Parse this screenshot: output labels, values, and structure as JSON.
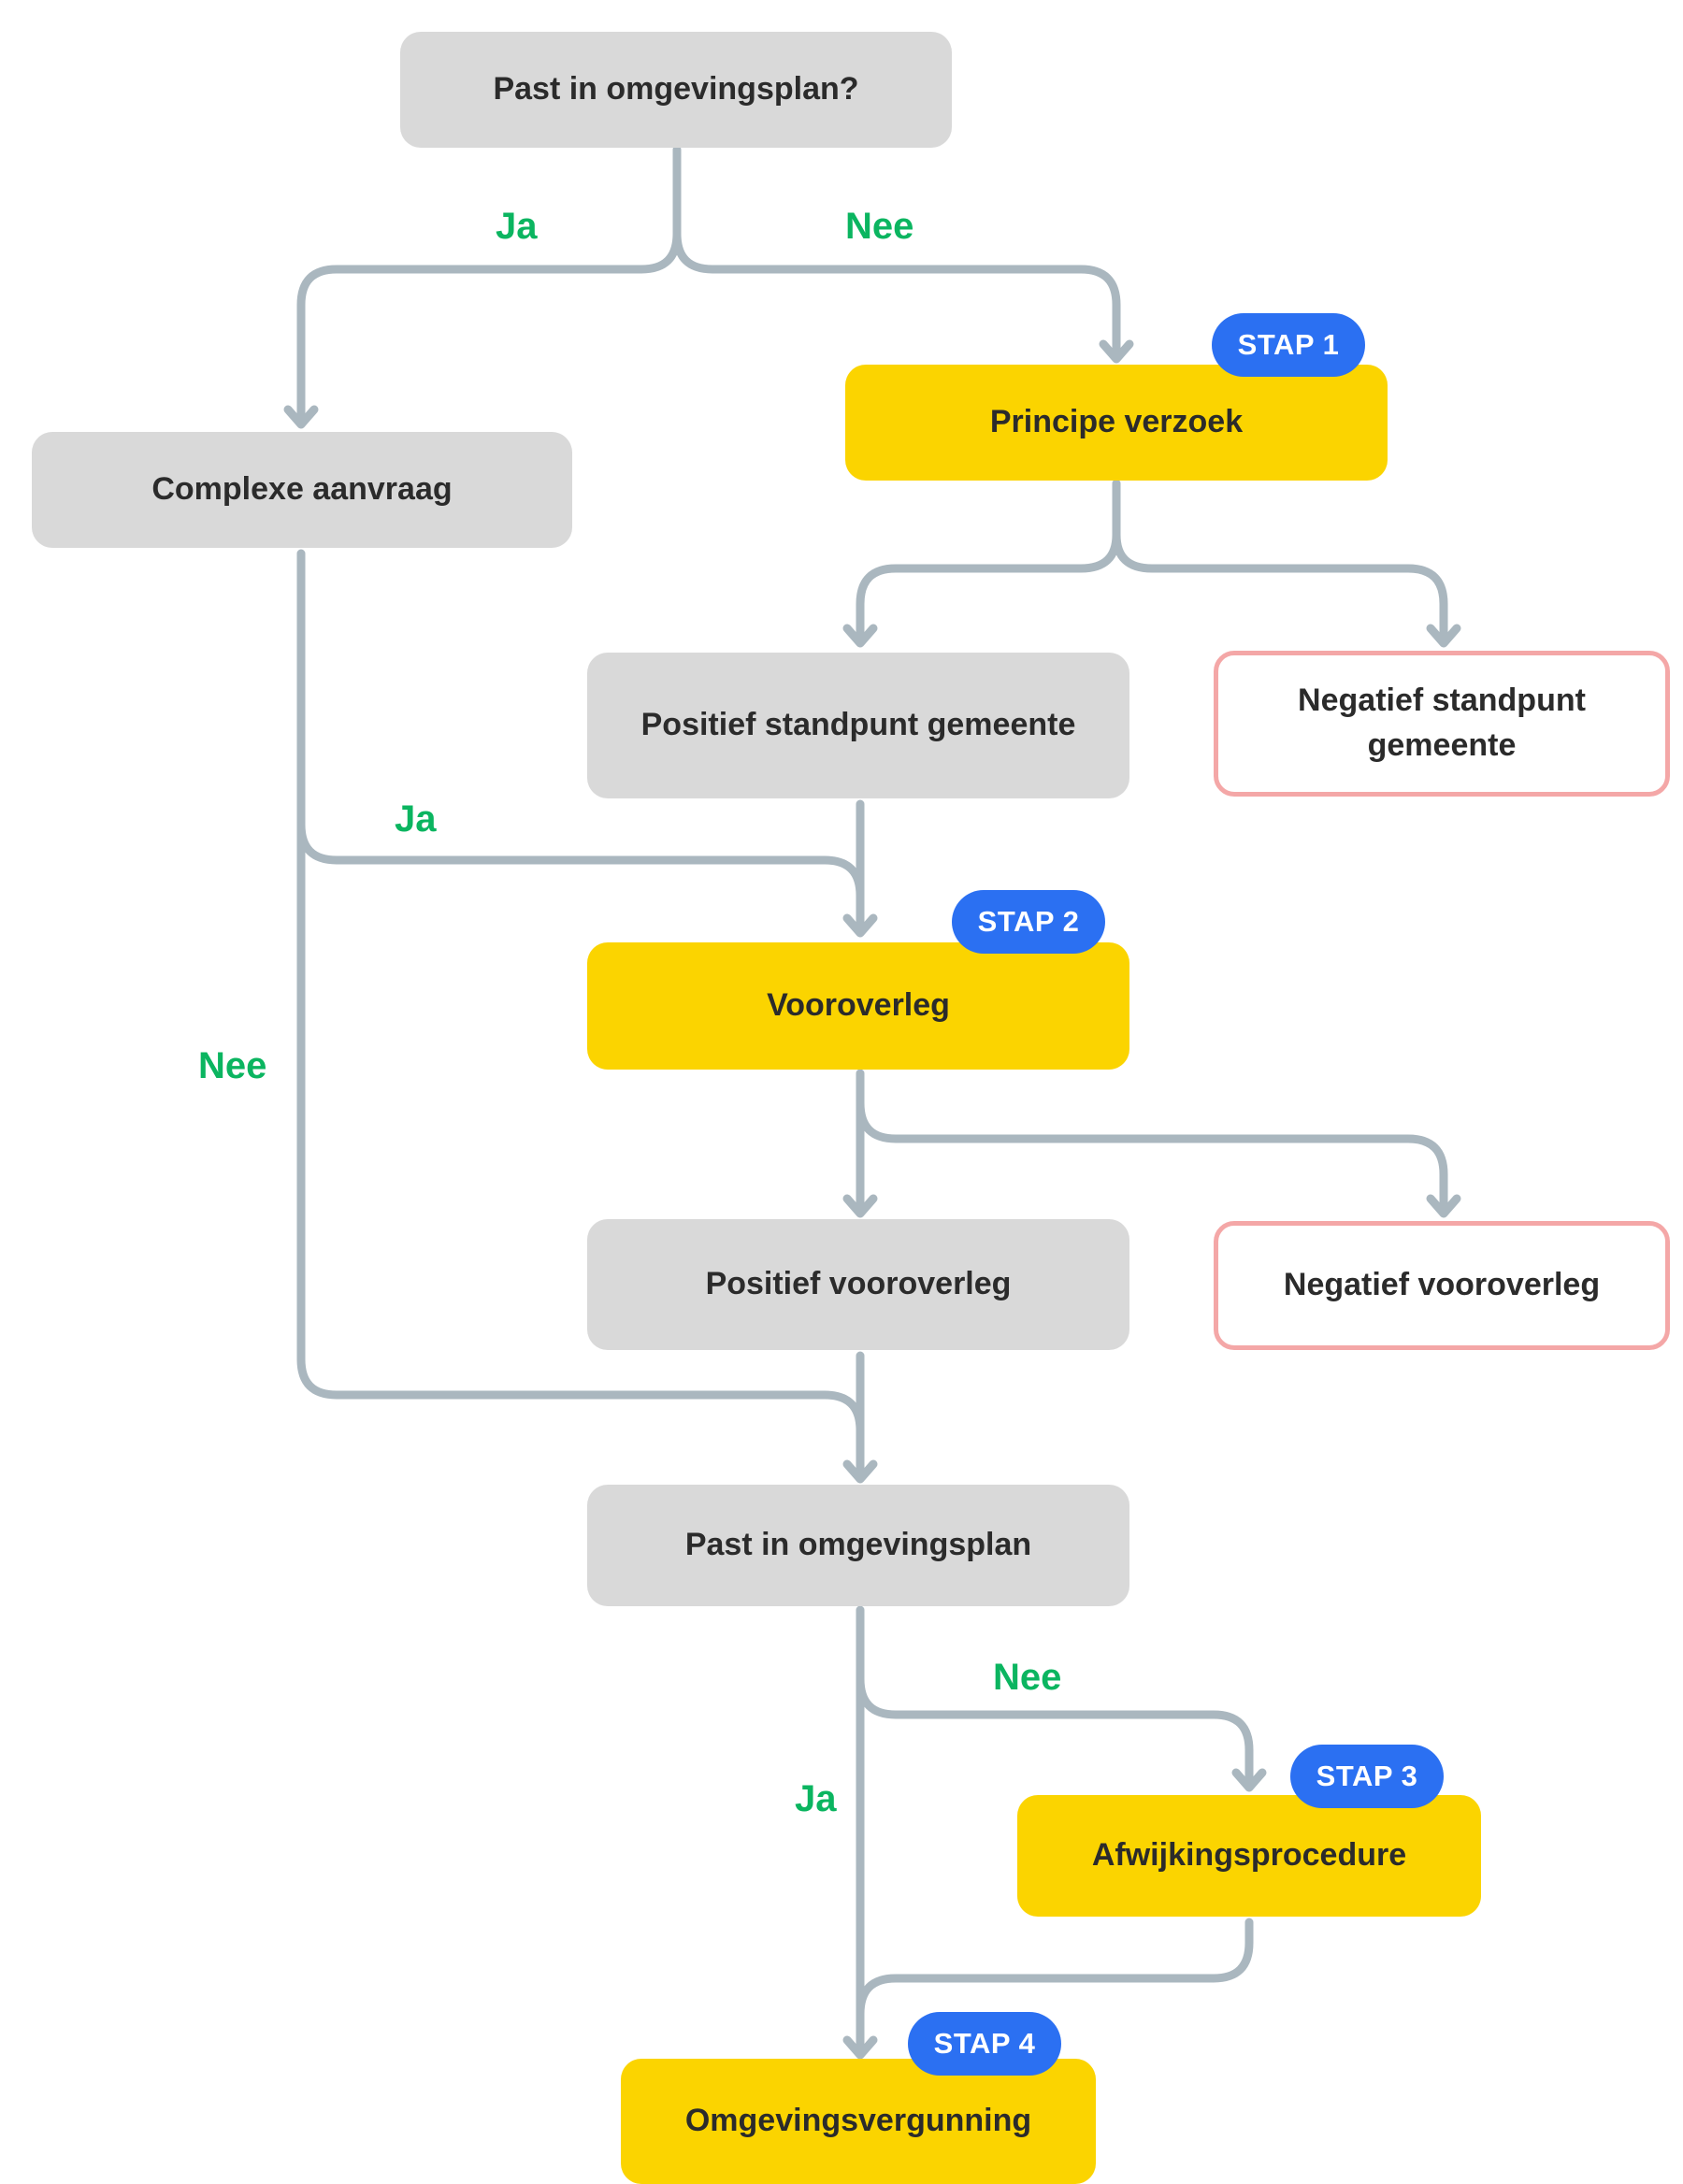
{
  "nodes": {
    "past_in_omgevingsplan_vraag": "Past in omgevingsplan?",
    "complexe_aanvraag": "Complexe aanvraag",
    "principe_verzoek": "Principe verzoek",
    "positief_standpunt": "Positief standpunt gemeente",
    "negatief_standpunt_1": "Negatief standpunt",
    "negatief_standpunt_2": "gemeente",
    "vooroverleg": "Vooroverleg",
    "positief_vooroverleg": "Positief vooroverleg",
    "negatief_vooroverleg": "Negatief vooroverleg",
    "past_in_omgevingsplan": "Past in omgevingsplan",
    "afwijkingsprocedure": "Afwijkingsprocedure",
    "omgevingsvergunning": "Omgevingsvergunning"
  },
  "badges": {
    "stap1": "STAP 1",
    "stap2": "STAP 2",
    "stap3": "STAP 3",
    "stap4": "STAP 4"
  },
  "labels": {
    "ja_top": "Ja",
    "nee_top": "Nee",
    "ja_middle": "Ja",
    "nee_left": "Nee",
    "nee_bottom": "Nee",
    "ja_bottom": "Ja"
  },
  "colors": {
    "grey_box": "#d9d9d9",
    "yellow_box": "#fbd400",
    "negative_border": "#f4a7a7",
    "badge": "#2b70f2",
    "label_green": "#0bb560",
    "connector": "#aab7bf"
  }
}
